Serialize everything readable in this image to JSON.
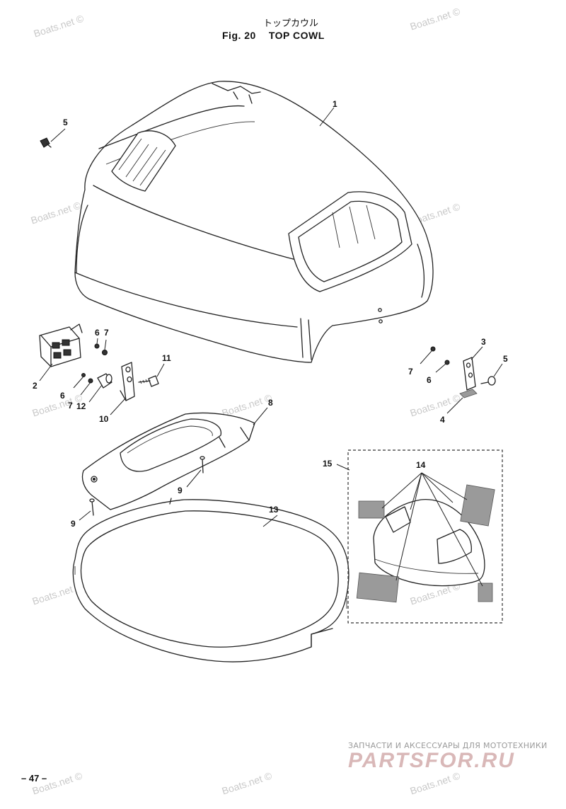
{
  "header": {
    "title_jp": "トップカウル",
    "fig_label": "Fig. 20",
    "title_en": "TOP COWL"
  },
  "watermark": "Boats.net ©",
  "callouts": {
    "c1": "1",
    "c2": "2",
    "c3": "3",
    "c4": "4",
    "c5a": "5",
    "c5b": "5",
    "c6a": "6",
    "c7a": "7",
    "c6b": "6",
    "c7b": "7",
    "c6c": "6",
    "c7c": "7",
    "c8": "8",
    "c9a": "9",
    "c9b": "9",
    "c10": "10",
    "c11": "11",
    "c12": "12",
    "c13": "13",
    "c14": "14",
    "c15": "15"
  },
  "footer": {
    "page_number": "– 47 –",
    "brand_tagline": "ЗАПЧАСТИ И АКСЕССУАРЫ ДЛЯ МОТОТЕХНИКИ",
    "brand_logo": "PARTSFOR.RU"
  }
}
